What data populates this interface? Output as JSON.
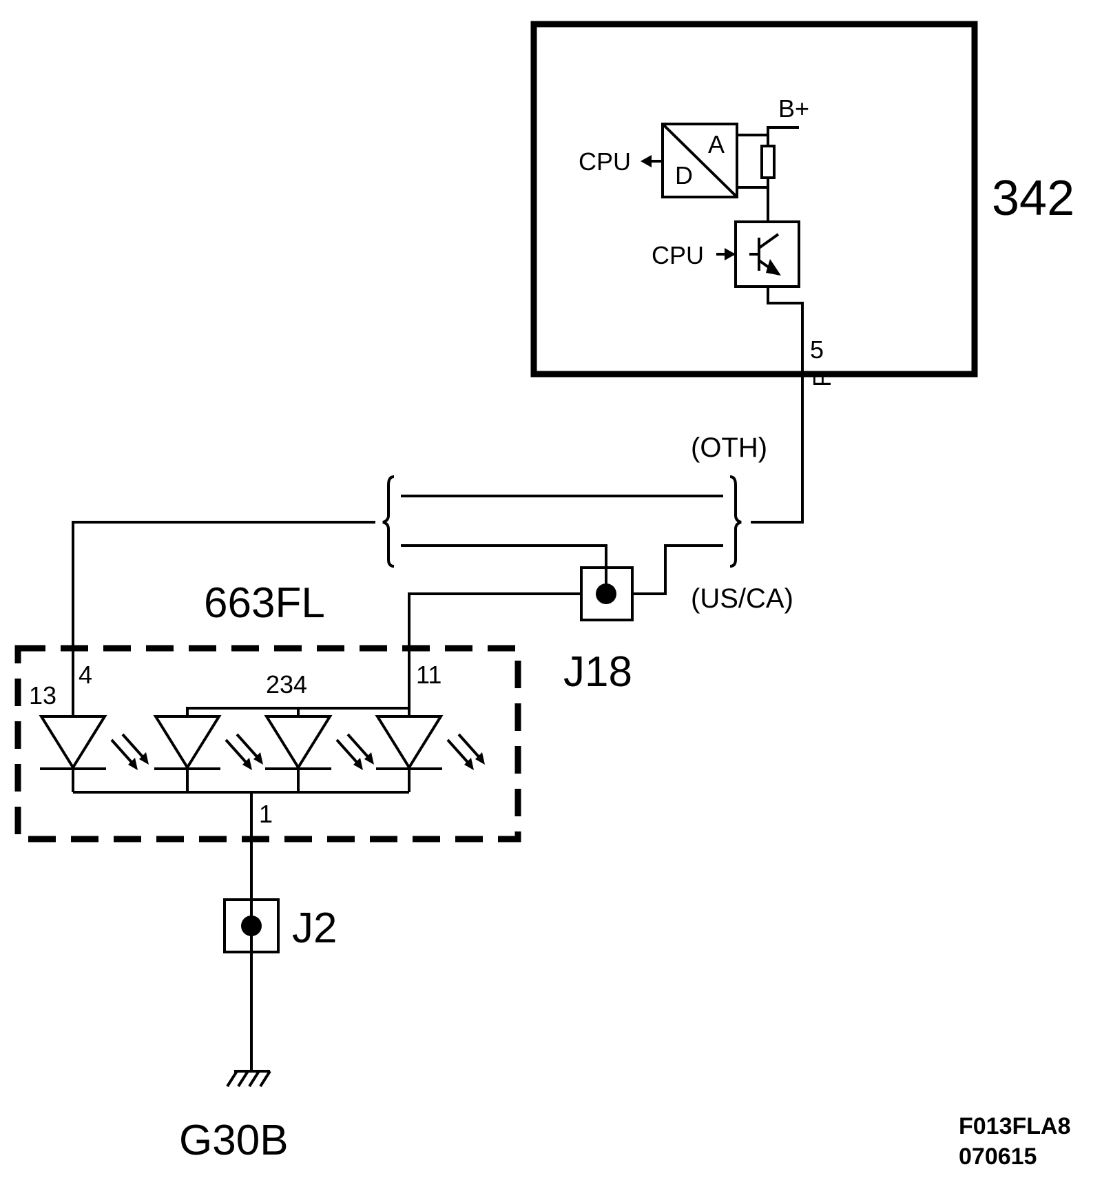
{
  "components": {
    "module": "342",
    "led_unit": "663FL",
    "splice_upper": "J18",
    "splice_lower": "J2",
    "ground": "G30B"
  },
  "module_internal": {
    "supply": "B+",
    "cpu_out": "CPU",
    "cpu_in": "CPU",
    "adc_a": "A",
    "adc_d": "D"
  },
  "pins": {
    "module_pin": "5",
    "module_connector": "F",
    "led_pin_4": "4",
    "led_pin_11": "11",
    "led_pin_1": "1",
    "led_label_13": "13",
    "led_label_234": "234"
  },
  "variants": {
    "other": "(OTH)",
    "us_ca": "(US/CA)"
  },
  "figure_code": {
    "line1": "F013FLA8",
    "line2": "070615"
  }
}
